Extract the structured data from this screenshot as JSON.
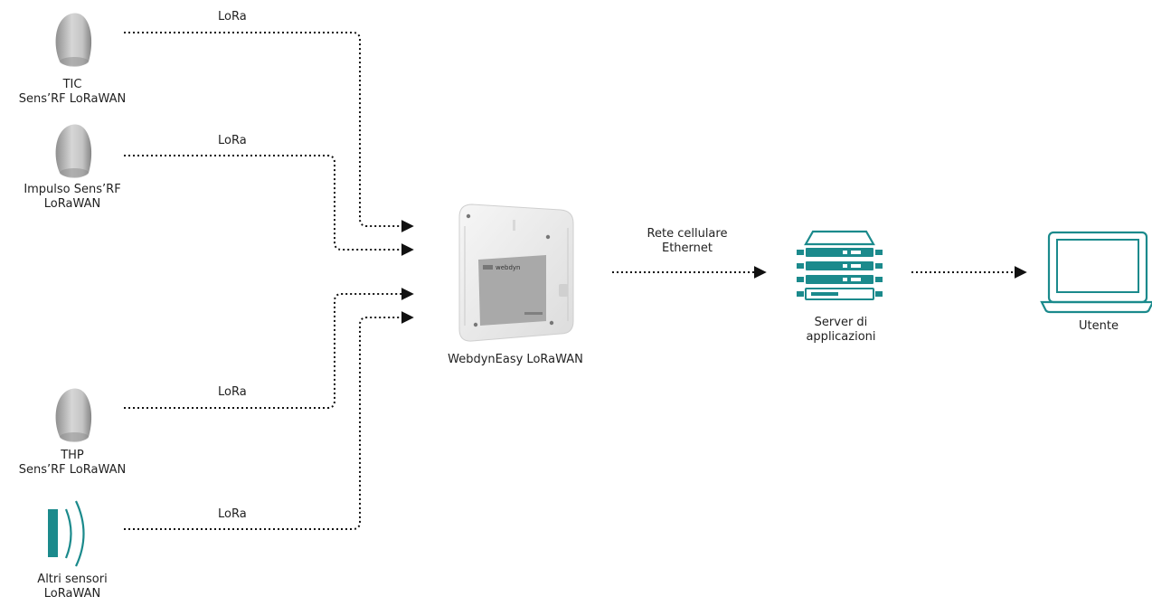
{
  "sensors": [
    {
      "line1": "TIC",
      "line2": "Sens’RF LoRaWAN",
      "icon": "sensor-dome-icon"
    },
    {
      "line1": "Impulso Sens’RF",
      "line2": "LoRaWAN",
      "icon": "sensor-dome-icon"
    },
    {
      "line1": "THP",
      "line2": "Sens’RF LoRaWAN",
      "icon": "sensor-dome-icon"
    },
    {
      "line1": "Altri sensori",
      "line2": "LoRaWAN",
      "icon": "wireless-signal-icon"
    }
  ],
  "links": {
    "lora": "LoRa",
    "network_line1": "Rete cellulare",
    "network_line2": "Ethernet"
  },
  "gateway": {
    "label": "WebdynEasy LoRaWAN",
    "brand": "webdyn",
    "icon": "gateway-box-icon"
  },
  "server": {
    "line1": "Server di",
    "line2": "applicazioni",
    "icon": "server-rack-icon"
  },
  "user": {
    "label": "Utente",
    "icon": "laptop-icon"
  },
  "colors": {
    "teal": "#1b8a8c",
    "arrow": "#111111",
    "device": "#b9b9b9"
  }
}
